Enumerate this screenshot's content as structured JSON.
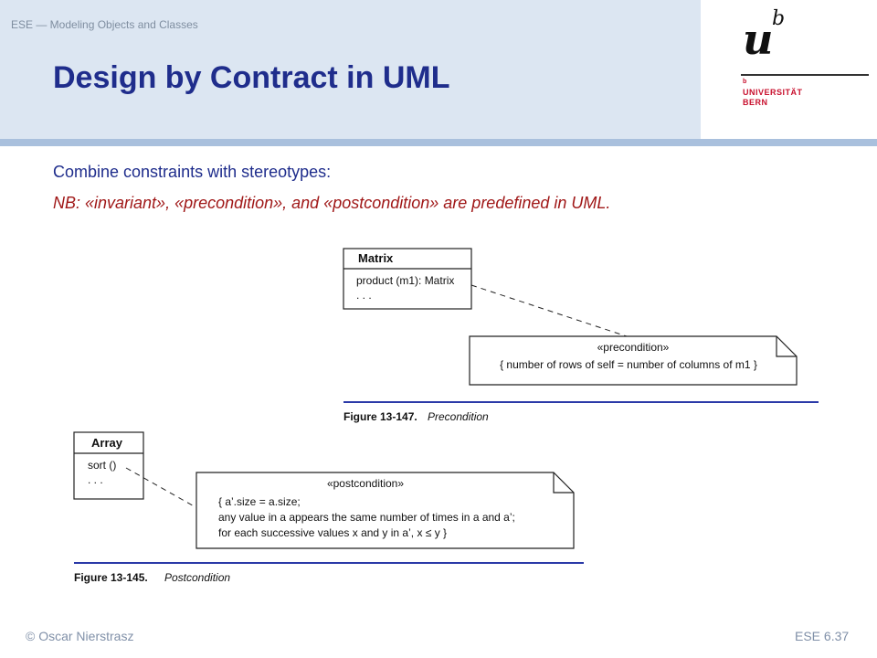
{
  "header": {
    "breadcrumb": "ESE — Modeling Objects and Classes",
    "title": "Design by Contract in UML"
  },
  "logo": {
    "u": "u",
    "b": "b",
    "small_b": "b",
    "line1": "UNIVERSITÄT",
    "line2": "BERN"
  },
  "content": {
    "intro": "Combine constraints with stereotypes:",
    "note": "NB: «invariant», «precondition», and «postcondition» are predefined in UML."
  },
  "figure1": {
    "class_name": "Matrix",
    "member": "product (m1): Matrix",
    "ellipsis": ". . .",
    "stereotype": "«precondition»",
    "constraint": "{ number of rows of self = number of columns of m1 }",
    "caption_label": "Figure 13-147.",
    "caption_text": "Precondition"
  },
  "figure2": {
    "class_name": "Array",
    "member": "sort ()",
    "ellipsis": ". . .",
    "stereotype": "«postcondition»",
    "constraint_lines": [
      "{ a’.size = a.size;",
      "any value in a appears the same number of times in a and a’;",
      "for each successive values x and y in a’, x ≤ y }"
    ],
    "caption_label": "Figure 13-145.",
    "caption_text": "Postcondition"
  },
  "footer": {
    "copyright": "© Oscar Nierstrasz",
    "page": "ESE 6.37"
  },
  "colors": {
    "title": "#1f2d8c",
    "note": "#a01818",
    "header_band": "#dce6f2",
    "figure_rule": "#2b3aa8",
    "logo_red": "#c8102e"
  }
}
